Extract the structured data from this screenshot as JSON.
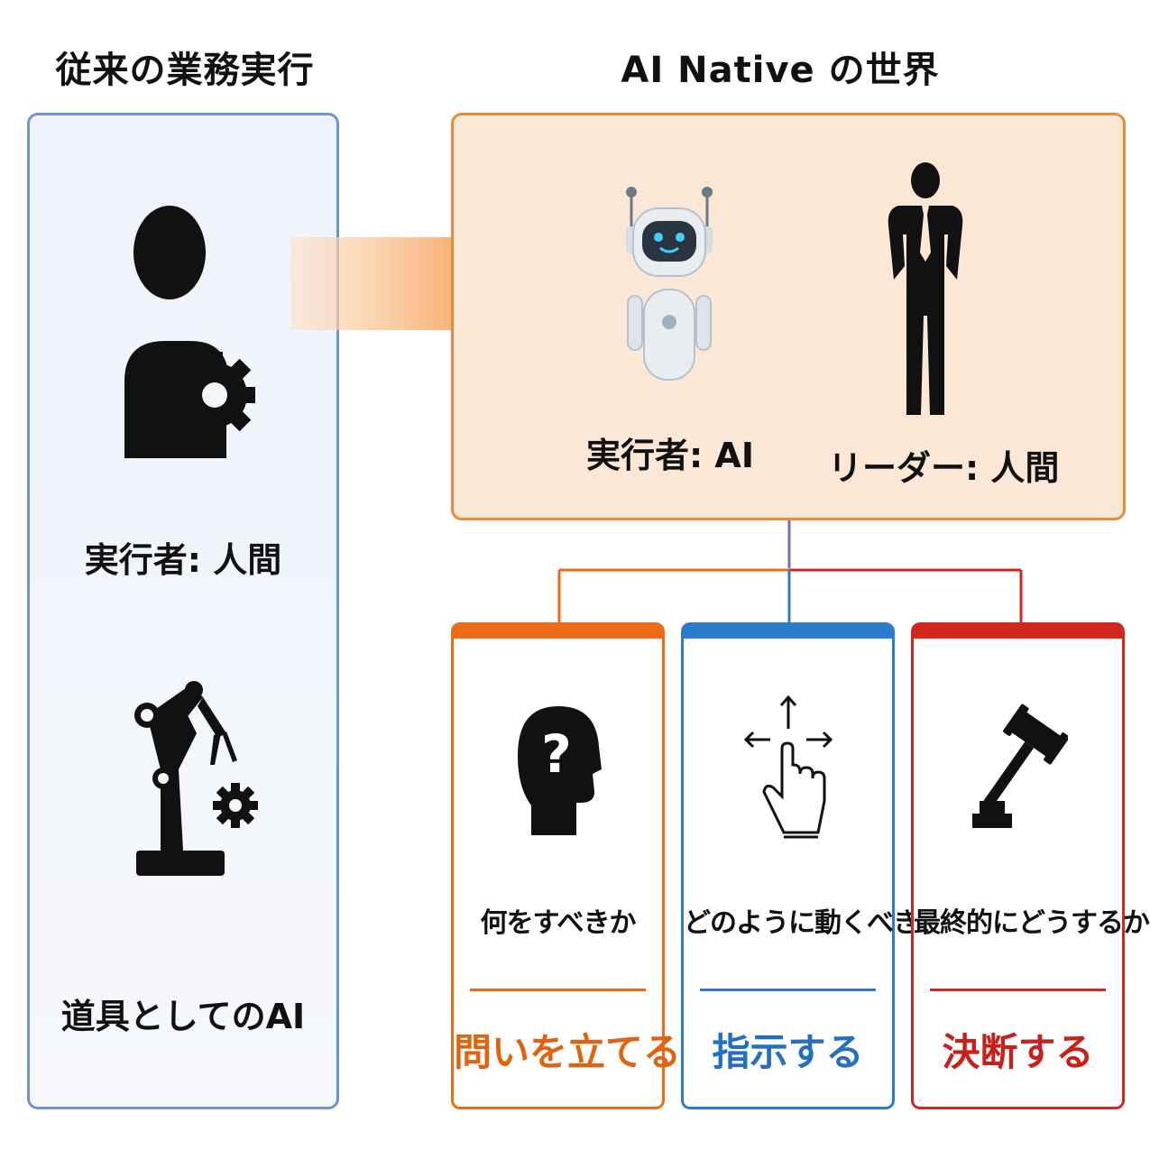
{
  "left": {
    "title": "従来の業務実行",
    "executor_label": "実行者: 人間",
    "tool_label": "道具としてのAI"
  },
  "right": {
    "title": "AI Native の世界",
    "executor_label": "実行者: AI",
    "leader_label": "リーダー: 人間"
  },
  "cards": [
    {
      "icon": "head-question-icon",
      "text": "何をすべきか",
      "action": "問いを立てる",
      "color": "#ec6b16"
    },
    {
      "icon": "hand-move-arrows-icon",
      "text": "どのように動くべきか",
      "action": "指示する",
      "color": "#2c7ccc"
    },
    {
      "icon": "gavel-icon",
      "text": "最終的にどうするか",
      "action": "決断する",
      "color": "#d1271f"
    }
  ]
}
